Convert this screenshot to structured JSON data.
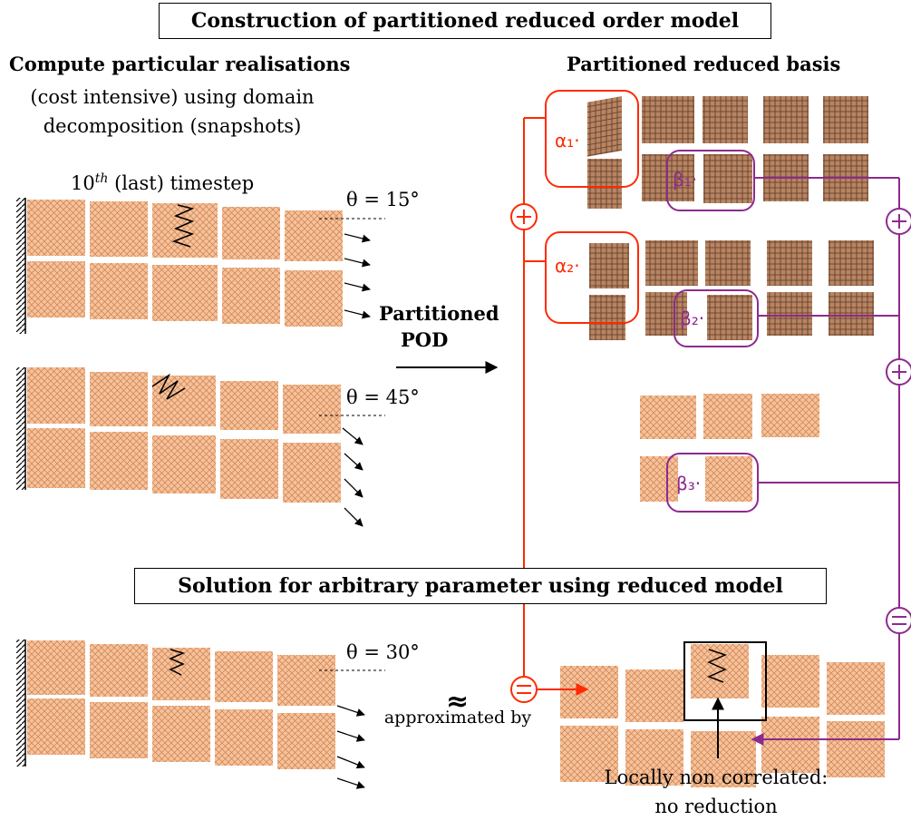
{
  "main_title": "Construction of partitioned reduced order model",
  "left_heading": "Compute particular realisations",
  "left_subtext": [
    "(cost intensive) using domain",
    "decomposition (snapshots)"
  ],
  "timestep_label": {
    "sup": "th",
    "base": "10",
    "rest": " (last) timestep"
  },
  "angles": {
    "top": "θ = 15°",
    "middle": "θ = 45°",
    "bottom": "θ = 30°"
  },
  "arrow_label": [
    "Partitioned",
    "POD"
  ],
  "right_heading": "Partitioned reduced basis",
  "coefficients": {
    "alpha1": "α₁·",
    "alpha2": "α₂·",
    "beta1": "β₁·",
    "beta2": "β₂·",
    "beta3": "β₃·"
  },
  "operators": {
    "plus": "+",
    "equals": "="
  },
  "solution_title": "Solution for arbitrary parameter using reduced model",
  "approx_symbol": "≈",
  "approx_text": "approximated by",
  "note": [
    "Locally non correlated:",
    "no reduction"
  ],
  "colors": {
    "red": "#ff2a00",
    "purple": "#8e2a8e",
    "panel": "#f5b98a",
    "mesh": "#c07a4a"
  }
}
